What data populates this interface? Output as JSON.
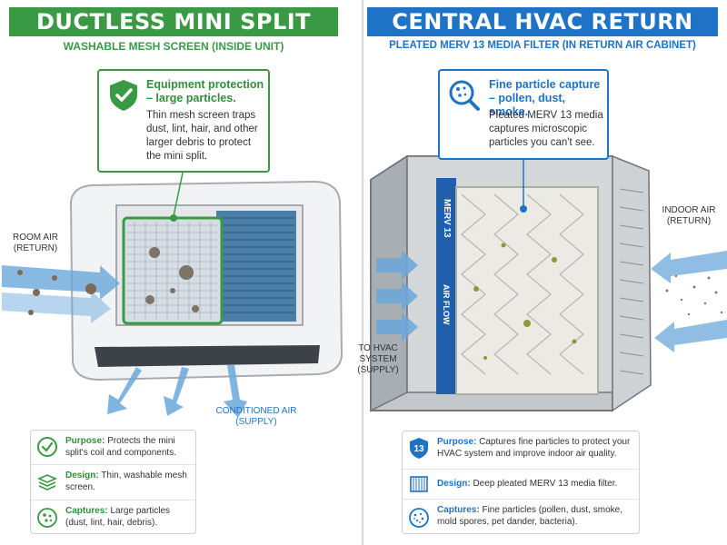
{
  "left": {
    "banner": "DUCTLESS MINI SPLIT",
    "subtitle": "WASHABLE MESH SCREEN (INSIDE UNIT)",
    "callout": {
      "title": "Equipment protection – large particles.",
      "body": "Thin mesh screen traps dust, lint, hair, and other larger debris to protect the mini split."
    },
    "air_in_label": "ROOM AIR\n(RETURN)",
    "air_out_label": "CONDITIONED AIR\n(SUPPLY)",
    "info": [
      {
        "label": "Purpose:",
        "text": "Protects the mini split's coil and components.",
        "icon": "checkmark-icon"
      },
      {
        "label": "Design:",
        "text": "Thin, washable mesh screen.",
        "icon": "mesh-layers-icon"
      },
      {
        "label": "Captures:",
        "text": "Large particles (dust, lint, hair, debris).",
        "icon": "particles-icon"
      }
    ],
    "accent": "#3a9a44"
  },
  "right": {
    "banner": "CENTRAL HVAC RETURN",
    "subtitle": "PLEATED MERV 13 MEDIA FILTER (IN RETURN AIR CABINET)",
    "callout": {
      "title": "Fine particle capture – pollen, dust, smoke.",
      "body": "Pleated MERV 13 media captures microscopic particles you can't see."
    },
    "filter_label": "MERV 13",
    "filter_flow": "AIR FLOW",
    "air_in_label": "INDOOR AIR\n(RETURN)",
    "air_out_label": "TO HVAC\nSYSTEM\n(SUPPLY)",
    "info": [
      {
        "label": "Purpose:",
        "text": "Captures fine particles to protect your HVAC system and improve indoor air quality.",
        "icon": "merv-13-shield-icon",
        "badge": "13"
      },
      {
        "label": "Design:",
        "text": "Deep pleated MERV 13 media filter.",
        "icon": "pleated-filter-icon"
      },
      {
        "label": "Captures:",
        "text": "Fine particles (pollen, dust, smoke, mold spores, pet dander, bacteria).",
        "icon": "fine-particles-icon"
      }
    ],
    "accent": "#1f73c6"
  }
}
